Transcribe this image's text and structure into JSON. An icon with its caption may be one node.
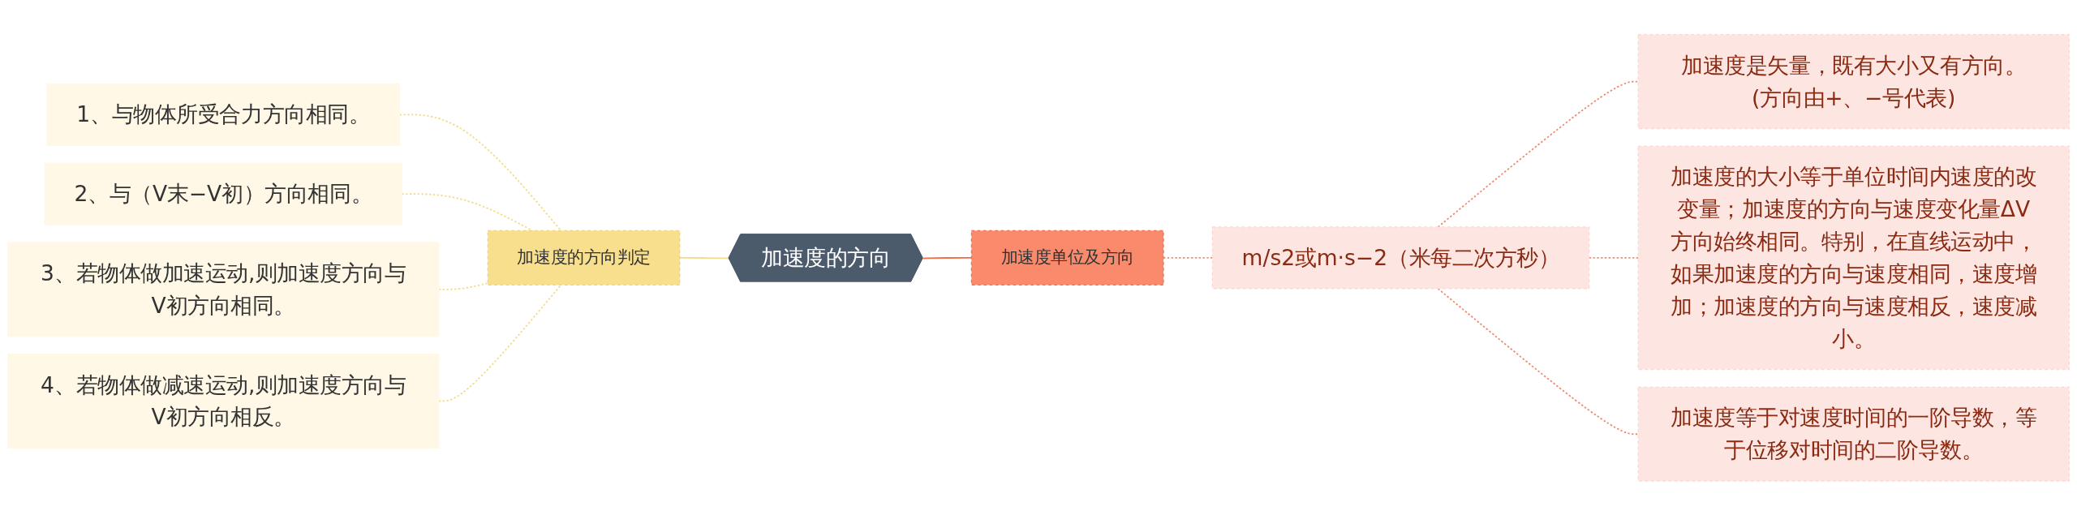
{
  "diagram": {
    "nodes": [
      {
        "text": [
          "加速度的方向"
        ]
      },
      {
        "text": [
          "加速度的方向判定"
        ]
      },
      {
        "text": [
          "1、与物体所受合力方向相同。"
        ]
      },
      {
        "text": [
          "2、与（V末−V初）方向相同。"
        ]
      },
      {
        "text": [
          "3、若物体做加速运动,则加速度方向与V初方向相同。"
        ]
      },
      {
        "text": [
          "4、若物体做减速运动,则加速度方向与V初方向相反。"
        ]
      },
      {
        "text": [
          "加速度单位及方向"
        ]
      },
      {
        "text": [
          "m/s2或m·s−2（米每二次方秒）"
        ]
      },
      {
        "text": [
          "加速度是矢量，既有大小又有方向。(方向由+、−号代表)"
        ]
      },
      {
        "text": [
          "加速度的大小等于单位时间内速度的改变量；加速度的方向与速度变化量ΔV方向始终相同。特别，在直线运动中，如果加速度的方向与速度相同，速度增加；加速度的方向与速度相反，速度减小。"
        ]
      },
      {
        "text": [
          "加速度等于对速度时间的一阶导数，等于位移对时间的二阶导数。"
        ]
      }
    ],
    "edges": [
      {
        "from": 0,
        "to": 1,
        "arrow": "none",
        "color": "#f2dc8c"
      },
      {
        "from": 1,
        "to": 2,
        "arrow": "none",
        "style": "dashed",
        "color": "#f2dc8c"
      },
      {
        "from": 1,
        "to": 3,
        "arrow": "none",
        "style": "dashed",
        "color": "#f2dc8c"
      },
      {
        "from": 1,
        "to": 4,
        "arrow": "none",
        "style": "dashed",
        "color": "#f2dc8c"
      },
      {
        "from": 1,
        "to": 5,
        "arrow": "none",
        "style": "dashed",
        "color": "#f2dc8c"
      },
      {
        "from": 0,
        "to": 6,
        "arrow": "none",
        "color": "#f26b4b"
      },
      {
        "from": 6,
        "to": 7,
        "arrow": "none",
        "style": "dashed",
        "color": "#f08a70"
      },
      {
        "from": 7,
        "to": 8,
        "arrow": "none",
        "style": "dashed",
        "color": "#f08a70"
      },
      {
        "from": 7,
        "to": 9,
        "arrow": "none",
        "style": "dashed",
        "color": "#f08a70"
      },
      {
        "from": 7,
        "to": 10,
        "arrow": "none",
        "style": "dashed",
        "color": "#f08a70"
      }
    ]
  }
}
